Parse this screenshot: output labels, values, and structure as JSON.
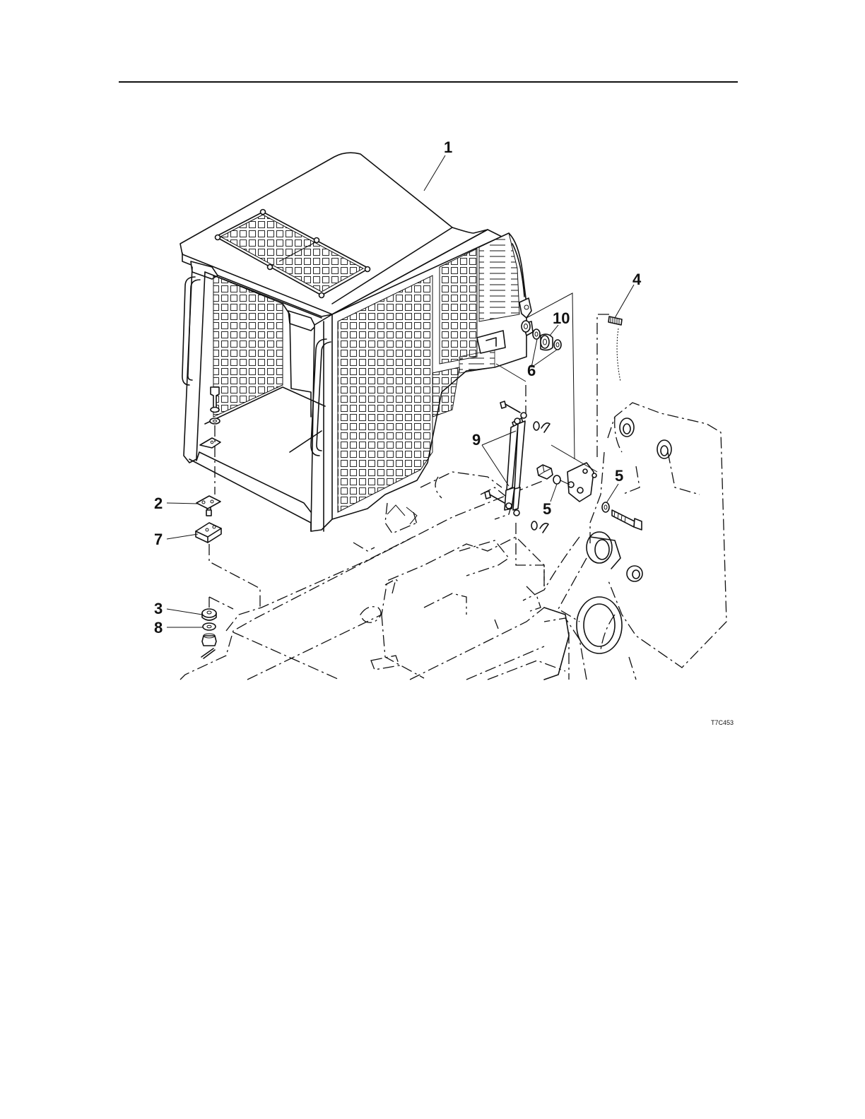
{
  "figure": {
    "id": "T7C453",
    "callouts": [
      {
        "label": "1"
      },
      {
        "label": "2"
      },
      {
        "label": "3"
      },
      {
        "label": "4"
      },
      {
        "label": "5"
      },
      {
        "label": "5"
      },
      {
        "label": "6"
      },
      {
        "label": "7"
      },
      {
        "label": "8"
      },
      {
        "label": "9"
      },
      {
        "label": "10"
      }
    ]
  }
}
